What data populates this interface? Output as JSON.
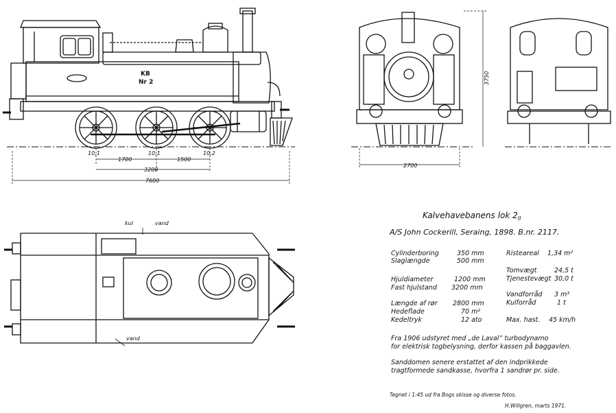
{
  "side_view": {
    "emblem_text": "KB",
    "number_text": "Nr 2",
    "dims": {
      "axle1_label": "10,1",
      "axle2_label": "10,1",
      "axle3_label": "10,2",
      "wheel_spacing_a": "1700",
      "wheel_spacing_b": "1500",
      "wheelbase": "3200",
      "overall_length": "7600"
    }
  },
  "front_view": {
    "width_dim": "2700",
    "height_dim": "3750"
  },
  "plan_view": {
    "label_kul": "kul",
    "label_vand_top": "vand",
    "label_vand_bottom": "vand"
  },
  "title": {
    "main": "Kalvehavebanens lok 2",
    "main_suffix": "II",
    "builder": "A/S John Cockerill, Seraing, 1898. B.nr. 2117."
  },
  "specs_left": [
    {
      "label": "Cylinderboring",
      "value": "350 mm"
    },
    {
      "label": "Slaglængde",
      "value": "500 mm"
    },
    {
      "label": "Hjuldiameter",
      "value": "1200 mm"
    },
    {
      "label": "Fast hjulstand",
      "value": "3200 mm"
    },
    {
      "label": "Længde af rør",
      "value": "2800 mm"
    },
    {
      "label": "Hedeflade",
      "value": "70 m²"
    },
    {
      "label": "Kedeltryk",
      "value": "12 ato"
    }
  ],
  "specs_right": [
    {
      "label": "Risteareal",
      "value": "1,34 m²"
    },
    {
      "label": "Tomvægt",
      "value": "24,5 t"
    },
    {
      "label": "Tjenestevægt",
      "value": "30,0 t"
    },
    {
      "label": "Vandforråd",
      "value": "3 m³"
    },
    {
      "label": "Kulforråd",
      "value": "1 t"
    },
    {
      "label": "Max. hast.",
      "value": "45 km/h"
    }
  ],
  "notes": [
    "Fra 1906 udstyret med „de Laval” turbodynamo",
    "for elektrisk togbelysning, derfor kassen på baggavlen.",
    "Sanddomen senere erstattet af den indprikkede",
    "tragtformede sandkasse, hvorfra 1 sandrør pr. side."
  ],
  "footer": {
    "scale_note": "Tegnet i 1:45 ud fra Bogs skisse og diverse fotos.",
    "signature": "H.Willgren, marts 1971."
  }
}
